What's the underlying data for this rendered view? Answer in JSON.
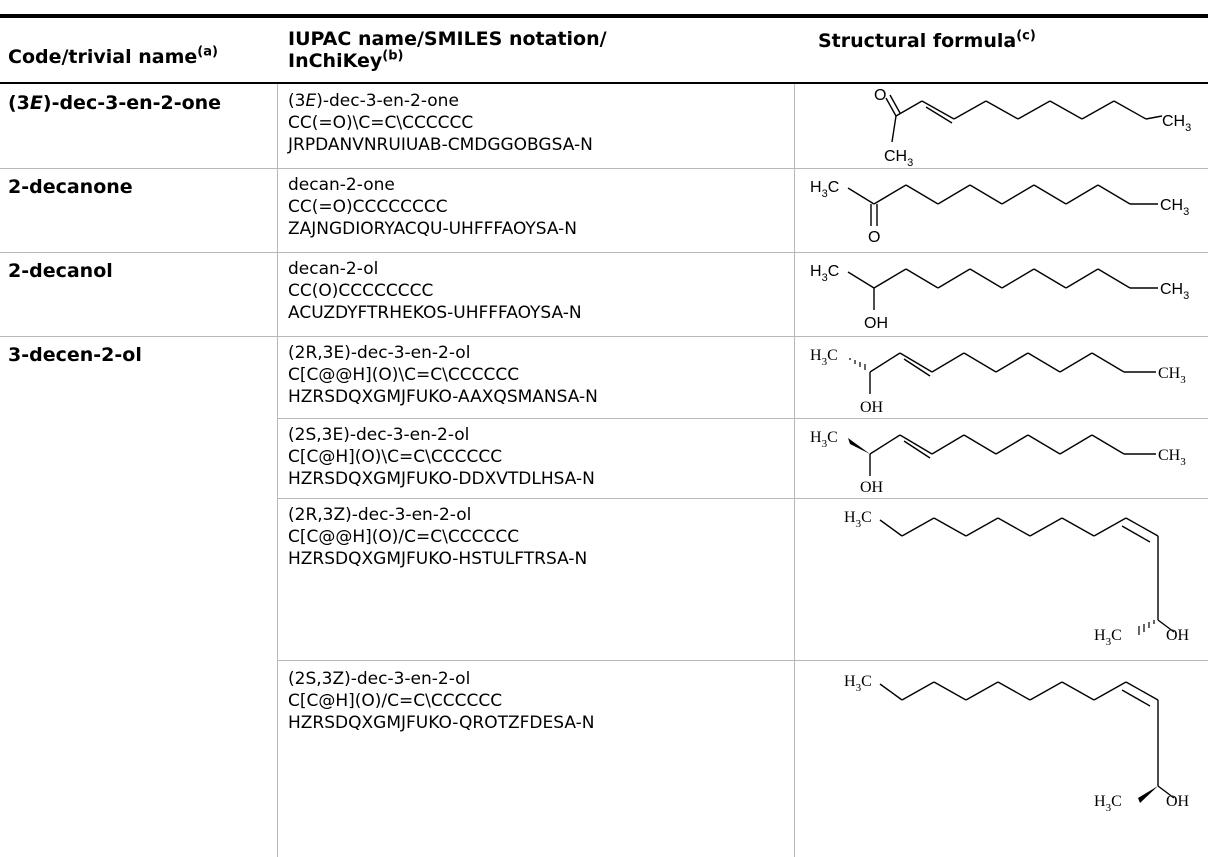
{
  "header": {
    "col1": "Code/trivial name",
    "col1_sup": "(a)",
    "col2_line1": "IUPAC name/SMILES notation/",
    "col2_line2": "InChiKey",
    "col2_sup": "(b)",
    "col3": "Structural formula",
    "col3_sup": "(c)"
  },
  "rows": [
    {
      "code_pre": "(3",
      "code_italic": "E",
      "code_post": ")-dec-3-en-2-one",
      "iupac_pre": "(3",
      "iupac_italic": "E",
      "iupac_post": ")-dec-3-en-2-one",
      "smiles": "CC(=O)\\C=C\\CCCCCC",
      "inchikey": "JRPDANVNRUIUAB-CMDGGOBGSA-N",
      "struct_labels": [
        "O",
        "CH",
        "3",
        "CH",
        "3"
      ]
    },
    {
      "code": "2-decanone",
      "iupac": "decan-2-one",
      "smiles": "CC(=O)CCCCCCCC",
      "inchikey": "ZAJNGDIORYACQU-UHFFFAOYSA-N",
      "struct_labels": [
        "H",
        "3",
        "C",
        "CH",
        "3",
        "O"
      ]
    },
    {
      "code": "2-decanol",
      "iupac": "decan-2-ol",
      "smiles": "CC(O)CCCCCCCC",
      "inchikey": "ACUZDYFTRHEKOS-UHFFFAOYSA-N",
      "struct_labels": [
        "H",
        "3",
        "C",
        "CH",
        "3",
        "OH"
      ]
    },
    {
      "code": "3-decen-2-ol",
      "iupac": "(2R,3E)-dec-3-en-2-ol",
      "smiles": "C[C@@H](O)\\C=C\\CCCCCC",
      "inchikey": "HZRSDQXGMJFUKO-AAXQSMANSA-N",
      "struct_labels": [
        "H",
        "3",
        "C",
        "CH",
        "3",
        "OH"
      ]
    },
    {
      "iupac": "(2S,3E)-dec-3-en-2-ol",
      "smiles": "C[C@H](O)\\C=C\\CCCCCC",
      "inchikey": "HZRSDQXGMJFUKO-DDXVTDLHSA-N",
      "struct_labels": [
        "H",
        "3",
        "C",
        "CH",
        "3",
        "OH"
      ]
    },
    {
      "iupac": "(2R,3Z)-dec-3-en-2-ol",
      "smiles": "C[C@@H](O)/C=C\\CCCCCC",
      "inchikey": "HZRSDQXGMJFUKO-HSTULFTRSA-N",
      "struct_labels": [
        "H",
        "3",
        "C",
        "H",
        "3",
        "C",
        "OH"
      ]
    },
    {
      "iupac": "(2S,3Z)-dec-3-en-2-ol",
      "smiles": "C[C@H](O)/C=C\\CCCCCC",
      "inchikey": "HZRSDQXGMJFUKO-QROTZFDESA-N",
      "struct_labels": [
        "H",
        "3",
        "C",
        "H",
        "3",
        "C",
        "OH"
      ]
    }
  ]
}
